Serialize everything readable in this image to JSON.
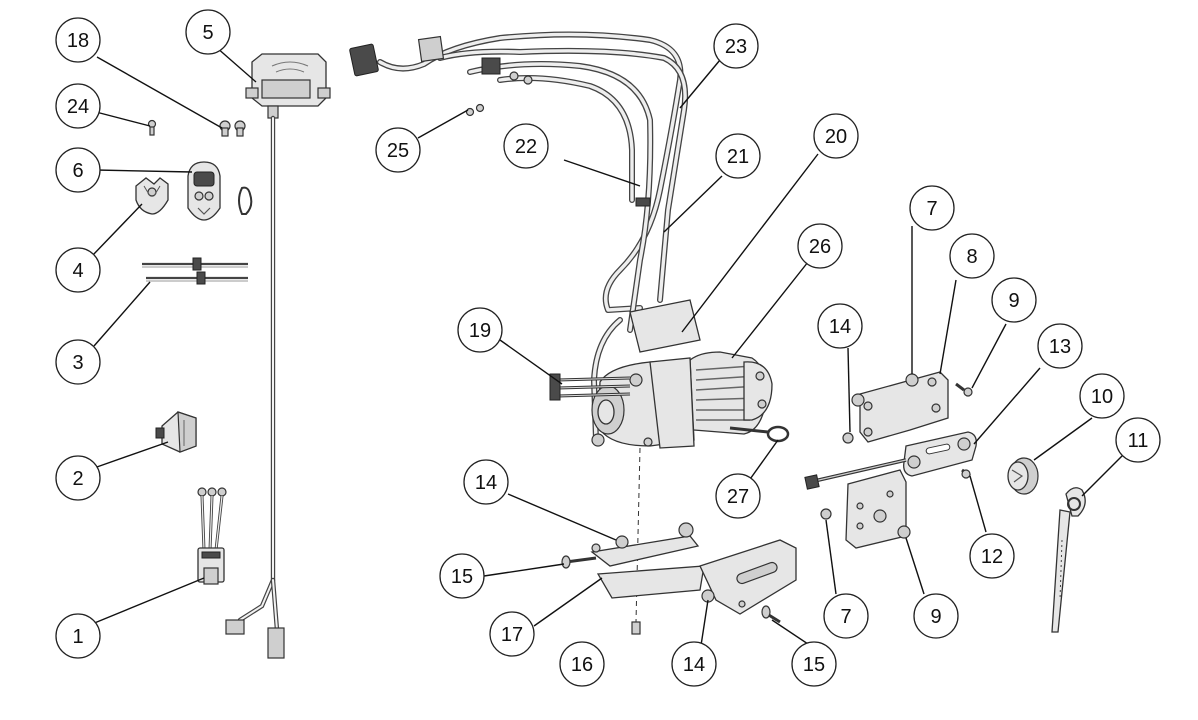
{
  "callouts": [
    {
      "label": "1"
    },
    {
      "label": "2"
    },
    {
      "label": "3"
    },
    {
      "label": "4"
    },
    {
      "label": "5"
    },
    {
      "label": "6"
    },
    {
      "label": "18"
    },
    {
      "label": "24"
    },
    {
      "label": "25"
    },
    {
      "label": "23"
    },
    {
      "label": "22"
    },
    {
      "label": "21"
    },
    {
      "label": "20"
    },
    {
      "label": "26"
    },
    {
      "label": "19"
    },
    {
      "label": "27"
    },
    {
      "label": "14"
    },
    {
      "label": "15"
    },
    {
      "label": "17"
    },
    {
      "label": "16"
    },
    {
      "label": "14"
    },
    {
      "label": "15"
    },
    {
      "label": "7"
    },
    {
      "label": "8"
    },
    {
      "label": "9"
    },
    {
      "label": "14"
    },
    {
      "label": "13"
    },
    {
      "label": "10"
    },
    {
      "label": "11"
    },
    {
      "label": "12"
    },
    {
      "label": "7"
    },
    {
      "label": "9"
    }
  ]
}
